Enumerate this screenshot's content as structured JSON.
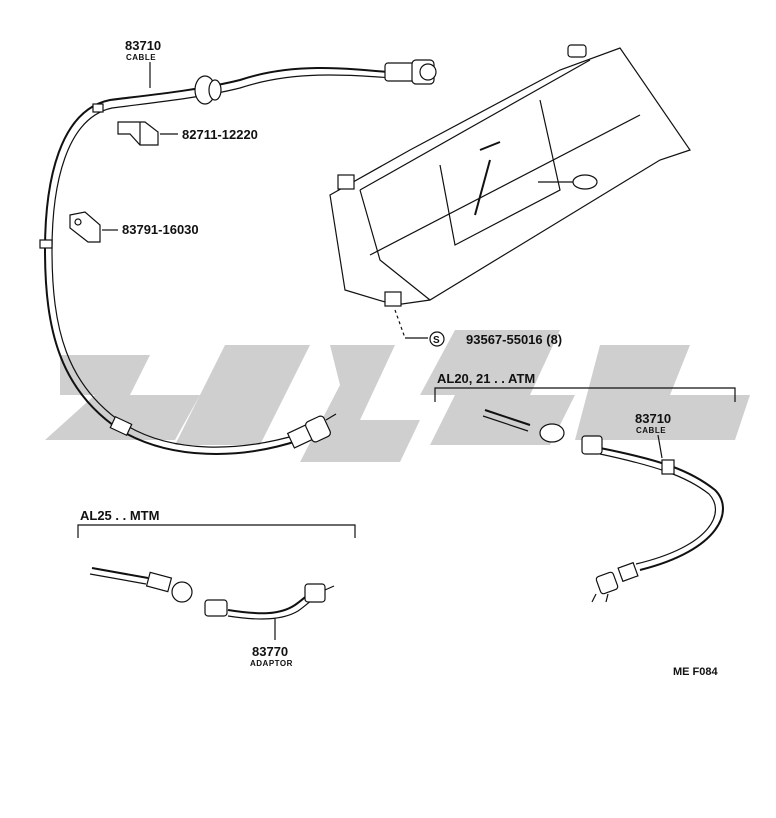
{
  "labels": {
    "cable_main_number": "83710",
    "cable_main_name": "CABLE",
    "clamp_number": "82711-12220",
    "bracket_number": "83791-16030",
    "screw_symbol": "S",
    "screw_number": "93567-55016 (8)",
    "atm_group": "AL20, 21 . . ATM",
    "cable_atm_number": "83710",
    "cable_atm_name": "CABLE",
    "mtm_group": "AL25 . . MTM",
    "adaptor_number": "83770",
    "adaptor_name": "ADAPTOR",
    "diagram_code": "ME F084"
  },
  "colors": {
    "line": "#111111",
    "watermark": "#cfcfcf"
  }
}
